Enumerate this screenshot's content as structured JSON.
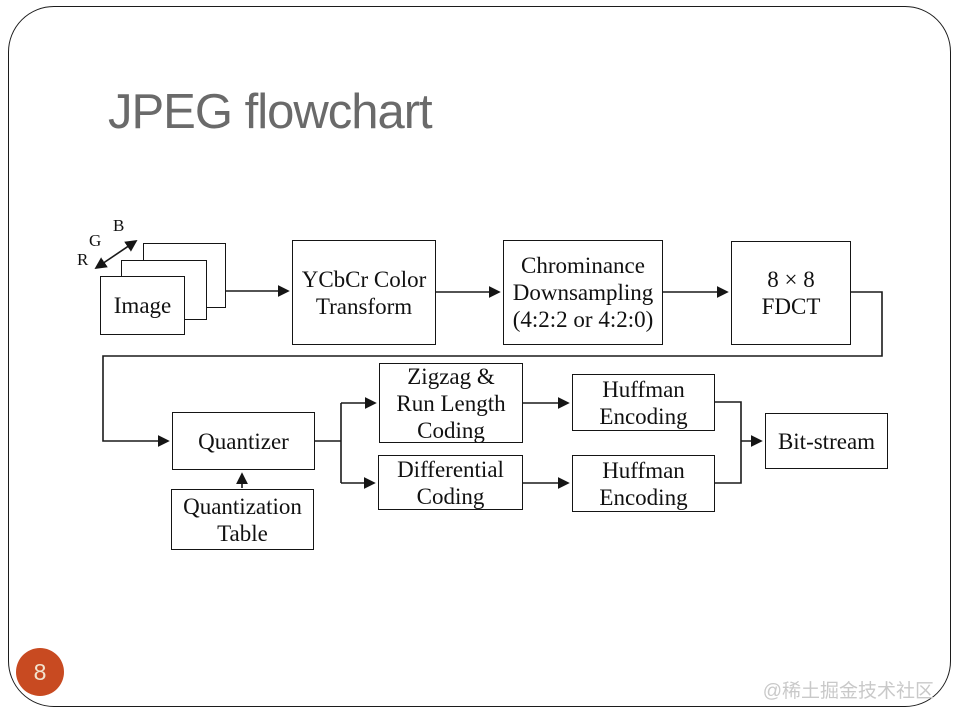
{
  "slide": {
    "title": "JPEG flowchart",
    "page_number": "8",
    "watermark": "@稀土掘金技术社区"
  },
  "colors": {
    "accent": "#c84a21",
    "title_text": "#6a6a6a",
    "line": "#1a1a1a",
    "watermark_text": "#c9c9c9",
    "background": "#ffffff"
  },
  "flowchart": {
    "image_stack": {
      "label": "Image",
      "channel_b": "B",
      "channel_g": "G",
      "channel_r": "R"
    },
    "ycbcr": "YCbCr Color\nTransform",
    "chroma": "Chrominance\nDownsampling\n(4:2:2 or 4:2:0)",
    "fdct": "8 × 8\nFDCT",
    "quantizer": "Quantizer",
    "qtable": "Quantization\nTable",
    "zigzag": "Zigzag &\nRun Length\nCoding",
    "diff": "Differential\nCoding",
    "huffman1": "Huffman\nEncoding",
    "huffman2": "Huffman\nEncoding",
    "bitstream": "Bit-stream"
  }
}
